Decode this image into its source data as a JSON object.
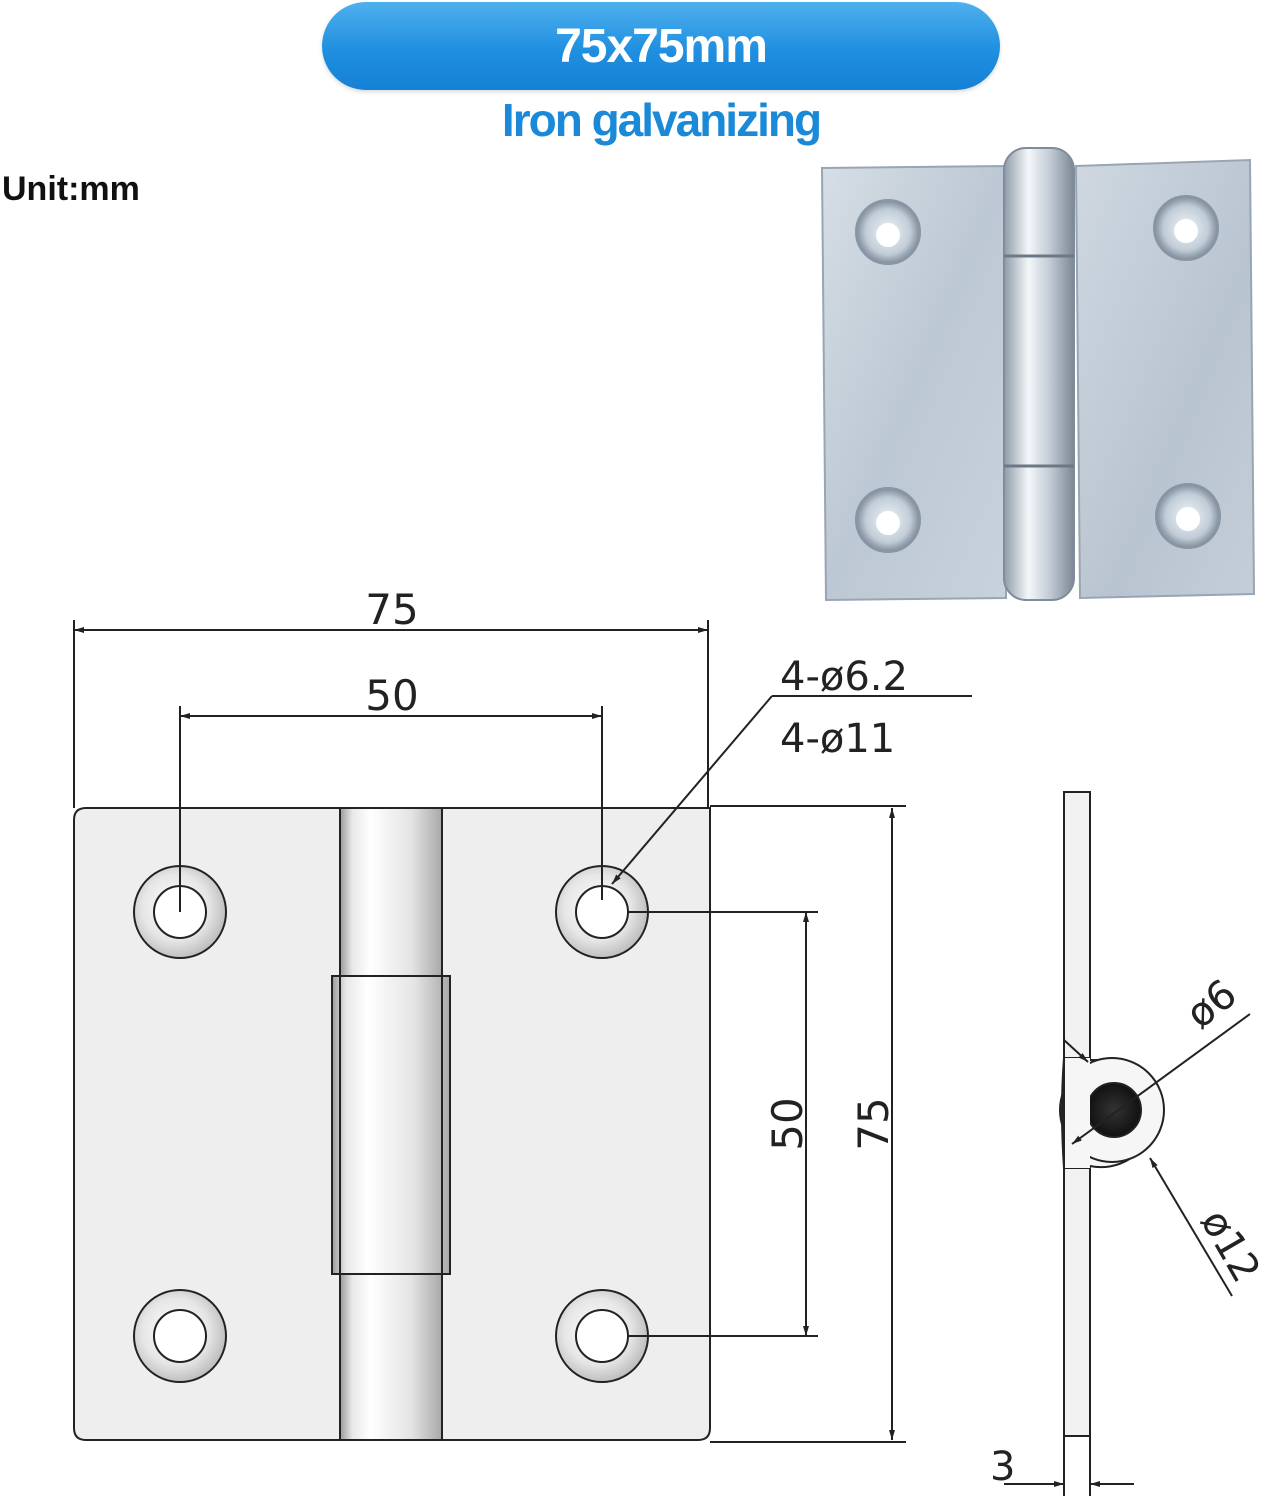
{
  "header": {
    "size_label": "75x75mm",
    "material_label": "Iron galvanizing"
  },
  "unit_label": "Unit:mm",
  "drawing": {
    "overall_width": "75",
    "hole_spacing_horizontal": "50",
    "hole_spec_small": "4-ø6.2",
    "hole_spec_large": "4-ø11",
    "hole_spacing_vertical": "50",
    "overall_height": "75",
    "pin_diameter": "ø6",
    "knuckle_diameter": "ø12",
    "plate_thickness": "3"
  },
  "colors": {
    "title_blue": "#1f8fe0",
    "subtitle_blue": "#1a8ad8",
    "line": "#222222",
    "plate_fill": "#eeeeef",
    "metal_photo": "#c9d3dd"
  },
  "icons": {
    "product_photo": "galvanized-hinge-photo"
  }
}
